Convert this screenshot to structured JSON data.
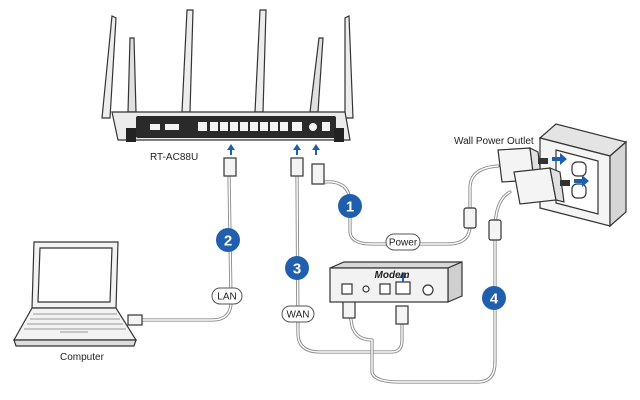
{
  "labels": {
    "router_model": "RT-AC88U",
    "wall_outlet": "Wall Power Outlet",
    "computer": "Computer",
    "modem": "Modem",
    "power_tag": "Power",
    "lan_tag": "LAN",
    "wan_tag": "WAN"
  },
  "steps": [
    {
      "number": "1",
      "cable": "Power"
    },
    {
      "number": "2",
      "cable": "LAN"
    },
    {
      "number": "3",
      "cable": "WAN"
    },
    {
      "number": "4",
      "cable": "Modem power"
    }
  ],
  "colors": {
    "badge": "#1f5fae",
    "arrow": "#1f5fae",
    "cable": "#8a8a8a",
    "device_fill": "#f2f2f2",
    "router_body": "#ececec",
    "outline": "#333333"
  },
  "icons": [
    "router-icon",
    "laptop-icon",
    "modem-icon",
    "wall-outlet-icon",
    "power-adapter-icon",
    "arrow-up-icon",
    "arrow-right-icon"
  ]
}
